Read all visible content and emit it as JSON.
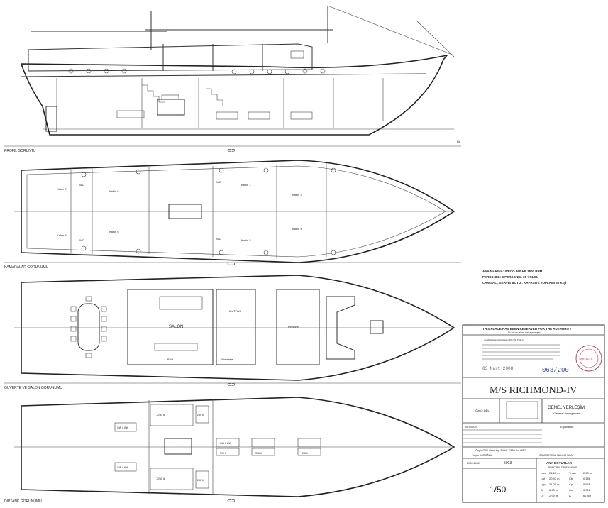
{
  "views": {
    "profile": "PROFIL GORUNTU",
    "cabins": "KAMARALAR GORUNUMU",
    "deck": "GUVERTE VE SALON GORUNUMU",
    "double_bottom": "DIPTANK GORUNUMU",
    "bl_mark": "BL"
  },
  "cabins": {
    "kabin1": "Kabin 1",
    "kabin2": "Kabin 2",
    "kabin3": "Kabin 3",
    "kabin4": "Kabin 4",
    "kabin5": "Kabin 5",
    "kabin6": "Kabin 6",
    "kabin7": "Kabin 7",
    "kabin8": "Kabin 8",
    "wc": "WC"
  },
  "deck_labels": {
    "salon": "SALON",
    "mutfak": "MUTFAK",
    "bar": "BAR",
    "personel": "Personel",
    "sandalye": "Sandalye"
  },
  "tanks": {
    "fuel_label": "1250 lt",
    "water_label": "GW & BW",
    "gray_label": "396 lt",
    "tank_e": "250 lt"
  },
  "specs": {
    "line1": "ANA MAKINA: IVECO 360 HP 1800 RPM",
    "line2": "PERSONEL: 6 PERSONEL 30 YOLCU",
    "line3": "CAN SALI, SERVIS BOTU : KAPASITE TOPLAMI 30 KİŞİ"
  },
  "title_block": {
    "authority_title": "THIS PLACE HAS BEEN RESERVED FOR THE AUTHORITY",
    "authority_sub": "Bu kısım resmi için ayrılmıştır",
    "approval_text": "Aşağıda imzası bulunan ÖZÇÜR HALI",
    "approval_date": "03 Mart 2008",
    "approval_no": "063/200",
    "ship_name": "M/S RICHMOND-IV",
    "designer": "Özgür DELİ",
    "drawing_title": "GENEL YERLEŞİM",
    "drawing_subtitle": "General Arrangement",
    "designer_office": "Özgür DELİ Gemi İnş. & Müh. GMO No: 0657",
    "drawer": "Yaşar KÖROĞLU",
    "date": "20.06.2008",
    "drawing_no": "5003",
    "type": "COMMERCIAL SAILING BOAT",
    "revision_label": "REVISION",
    "description_label": "Explanation",
    "scale": "1/50"
  },
  "dimensions": {
    "title": "ANA BOYUTLAR",
    "subtitle": "PRINCIPAL DIMENSIONS",
    "rows": [
      {
        "k1": "Loa",
        "v1": "25.69 m.",
        "k2": "Tmax",
        "v2": "2.60 m."
      },
      {
        "k1": "Lwl",
        "v1": "20.97 m.",
        "k2": "Cb",
        "v2": "0.186"
      },
      {
        "k1": "Lpp",
        "v1": "21.00 m.",
        "k2": "Cp",
        "v2": "0.666"
      },
      {
        "k1": "B",
        "v1": "6.45 m.",
        "k2": "Cm",
        "v2": "0.316"
      },
      {
        "k1": "D",
        "v1": "2.99 m.",
        "k2": "Δ",
        "v2": "62 ton"
      }
    ]
  },
  "stamp": {
    "text": "ANTALYA"
  }
}
